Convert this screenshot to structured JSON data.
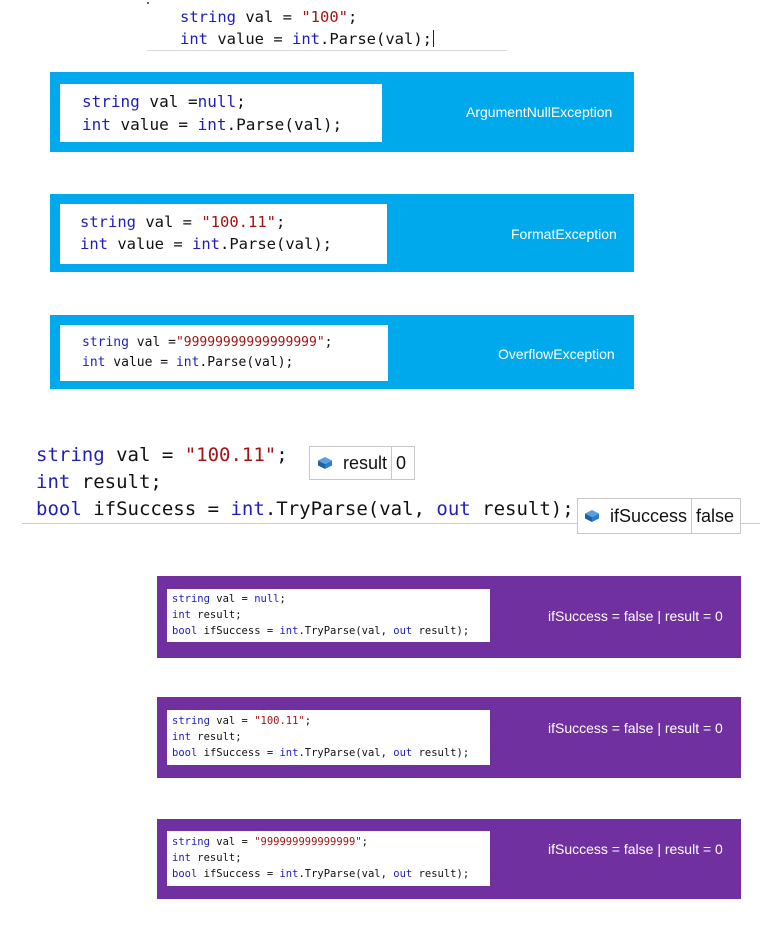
{
  "top_snippet": {
    "line1": {
      "kw": "string",
      "rest": " val = ",
      "str": "\"100\"",
      "end": ";"
    },
    "line2": {
      "kw": "int",
      "rest": " value = ",
      "kw2": "int",
      "rest2": ".Parse(val);"
    }
  },
  "blue_panels": [
    {
      "line1": {
        "kw": "string",
        "rest": " val =",
        "kw2": "null",
        "end": ";"
      },
      "line2": {
        "kw": "int",
        "rest": " value = ",
        "kw2": "int",
        "rest2": ".Parse(val);"
      },
      "label": "ArgumentNullException"
    },
    {
      "line1": {
        "kw": "string",
        "rest": " val = ",
        "str": "\"100.11\"",
        "end": ";"
      },
      "line2": {
        "kw": "int",
        "rest": " value = ",
        "kw2": "int",
        "rest2": ".Parse(val);"
      },
      "label": "FormatException"
    },
    {
      "line1": {
        "kw": "string",
        "rest": " val =",
        "str": "\"99999999999999999\"",
        "end": ";"
      },
      "line2": {
        "kw": "int",
        "rest": " value = ",
        "kw2": "int",
        "rest2": ".Parse(val);"
      },
      "label": "OverflowException"
    }
  ],
  "tryparse": {
    "line1": {
      "kw": "string",
      "rest": " val = ",
      "str": "\"100.11\"",
      "end": ";"
    },
    "line2": {
      "kw": "int",
      "rest": " result;"
    },
    "line3": {
      "kw": "bool",
      "rest": " ifSuccess = ",
      "kw2": "int",
      "rest2": ".TryParse(val, ",
      "kw3": "out",
      "rest3": " result);"
    },
    "tip_result": {
      "name": "result",
      "value": "0"
    },
    "tip_success": {
      "name": "ifSuccess",
      "value": "false"
    }
  },
  "purple_panels": [
    {
      "line1": {
        "kw": "string",
        "rest": " val = ",
        "kw2": "null",
        "end": ";"
      },
      "line2": {
        "kw": "int",
        "rest": " result;"
      },
      "line3": {
        "kw": "bool",
        "rest": " ifSuccess = ",
        "kw2": "int",
        "rest2": ".TryParse(val, ",
        "kw3": "out",
        "rest3": " result);"
      },
      "label": "ifSuccess = false | result = 0"
    },
    {
      "line1": {
        "kw": "string",
        "rest": " val = ",
        "str": "\"100.11\"",
        "end": ";"
      },
      "line2": {
        "kw": "int",
        "rest": " result;"
      },
      "line3": {
        "kw": "bool",
        "rest": " ifSuccess = ",
        "kw2": "int",
        "rest2": ".TryParse(val, ",
        "kw3": "out",
        "rest3": " result);"
      },
      "label": "ifSuccess = false | result = 0"
    },
    {
      "line1": {
        "kw": "string",
        "rest": " val = ",
        "str": "\"999999999999999\"",
        "end": ";"
      },
      "line2": {
        "kw": "int",
        "rest": " result;"
      },
      "line3": {
        "kw": "bool",
        "rest": " ifSuccess = ",
        "kw2": "int",
        "rest2": ".TryParse(val, ",
        "kw3": "out",
        "rest3": " result);"
      },
      "label": "ifSuccess = false | result = 0"
    }
  ],
  "colors": {
    "blue_panel": "#00a9ec",
    "purple_panel": "#7030a0",
    "keyword": "#1e1ebd",
    "string_literal": "#a31515"
  }
}
